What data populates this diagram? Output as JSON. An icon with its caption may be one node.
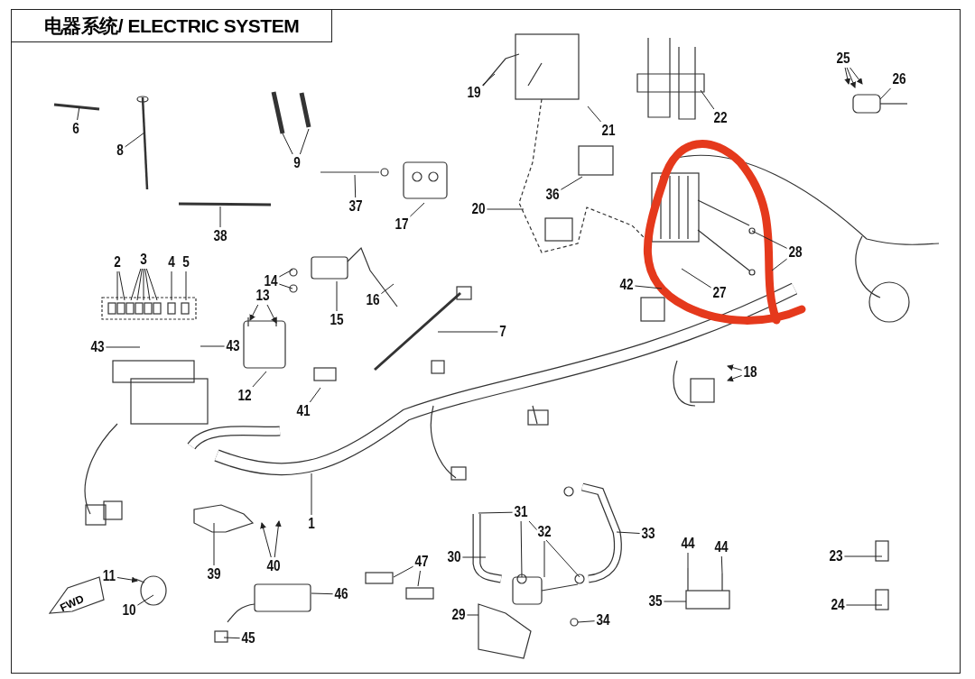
{
  "diagram": {
    "title": "电器系统/ ELECTRIC SYSTEM",
    "nodes": [
      {
        "text": [
          "6"
        ]
      },
      {
        "text": [
          "8"
        ]
      },
      {
        "text": [
          "9"
        ]
      },
      {
        "text": [
          "19"
        ]
      },
      {
        "text": [
          "21"
        ]
      },
      {
        "text": [
          "22"
        ]
      },
      {
        "text": [
          "25"
        ]
      },
      {
        "text": [
          "26"
        ]
      },
      {
        "text": [
          "37"
        ]
      },
      {
        "text": [
          "17"
        ]
      },
      {
        "text": [
          "20"
        ]
      },
      {
        "text": [
          "36"
        ]
      },
      {
        "text": [
          "38"
        ]
      },
      {
        "text": [
          "28"
        ]
      },
      {
        "text": [
          "2"
        ]
      },
      {
        "text": [
          "3"
        ]
      },
      {
        "text": [
          "4"
        ]
      },
      {
        "text": [
          "5"
        ]
      },
      {
        "text": [
          "13"
        ]
      },
      {
        "text": [
          "14"
        ]
      },
      {
        "text": [
          "15"
        ]
      },
      {
        "text": [
          "16"
        ]
      },
      {
        "text": [
          "27"
        ]
      },
      {
        "text": [
          "42"
        ]
      },
      {
        "text": [
          "7"
        ]
      },
      {
        "text": [
          "43"
        ]
      },
      {
        "text": [
          "43"
        ]
      },
      {
        "text": [
          "12"
        ]
      },
      {
        "text": [
          "41"
        ]
      },
      {
        "text": [
          "18"
        ]
      },
      {
        "text": [
          "1"
        ]
      },
      {
        "text": [
          "31"
        ]
      },
      {
        "text": [
          "32"
        ]
      },
      {
        "text": [
          "33"
        ]
      },
      {
        "text": [
          "30"
        ]
      },
      {
        "text": [
          "23"
        ]
      },
      {
        "text": [
          "44"
        ]
      },
      {
        "text": [
          "44"
        ]
      },
      {
        "text": [
          "40"
        ]
      },
      {
        "text": [
          "39"
        ]
      },
      {
        "text": [
          "11"
        ]
      },
      {
        "text": [
          "47"
        ]
      },
      {
        "text": [
          "46"
        ]
      },
      {
        "text": [
          "35"
        ]
      },
      {
        "text": [
          "10"
        ]
      },
      {
        "text": [
          "24"
        ]
      },
      {
        "text": [
          "29"
        ]
      },
      {
        "text": [
          "34"
        ]
      },
      {
        "text": [
          "45"
        ]
      }
    ],
    "edges": [
      {
        "from": 0,
        "to": null,
        "arrow": "none"
      },
      {
        "from": 1,
        "to": null,
        "arrow": "none"
      },
      {
        "from": 2,
        "to": null,
        "arrow": "none"
      },
      {
        "from": 2,
        "to": null,
        "arrow": "none"
      },
      {
        "from": 3,
        "to": null,
        "arrow": "none"
      },
      {
        "from": 4,
        "to": null,
        "arrow": "none"
      },
      {
        "from": 5,
        "to": null,
        "arrow": "none"
      },
      {
        "from": 6,
        "to": null,
        "arrow": "to"
      },
      {
        "from": 6,
        "to": null,
        "arrow": "to"
      },
      {
        "from": 6,
        "to": null,
        "arrow": "to"
      },
      {
        "from": 7,
        "to": null,
        "arrow": "none"
      },
      {
        "from": 8,
        "to": null,
        "arrow": "none"
      },
      {
        "from": 9,
        "to": null,
        "arrow": "none"
      },
      {
        "from": 10,
        "to": null,
        "arrow": "none"
      },
      {
        "from": 11,
        "to": null,
        "arrow": "none"
      },
      {
        "from": 12,
        "to": null,
        "arrow": "none"
      },
      {
        "from": 13,
        "to": null,
        "arrow": "none"
      },
      {
        "from": 13,
        "to": null,
        "arrow": "none"
      },
      {
        "from": 14,
        "to": null,
        "arrow": "none"
      },
      {
        "from": 14,
        "to": null,
        "arrow": "none"
      },
      {
        "from": 15,
        "to": null,
        "arrow": "none"
      },
      {
        "from": 15,
        "to": null,
        "arrow": "none"
      },
      {
        "from": 15,
        "to": null,
        "arrow": "none"
      },
      {
        "from": 15,
        "to": null,
        "arrow": "none"
      },
      {
        "from": 15,
        "to": null,
        "arrow": "none"
      },
      {
        "from": 16,
        "to": null,
        "arrow": "none"
      },
      {
        "from": 17,
        "to": null,
        "arrow": "none"
      },
      {
        "from": 18,
        "to": null,
        "arrow": "to"
      },
      {
        "from": 18,
        "to": null,
        "arrow": "to"
      },
      {
        "from": 19,
        "to": null,
        "arrow": "none"
      },
      {
        "from": 19,
        "to": null,
        "arrow": "none"
      },
      {
        "from": 20,
        "to": null,
        "arrow": "none"
      },
      {
        "from": 21,
        "to": null,
        "arrow": "none"
      },
      {
        "from": 22,
        "to": null,
        "arrow": "none"
      },
      {
        "from": 23,
        "to": null,
        "arrow": "none"
      },
      {
        "from": 24,
        "to": null,
        "arrow": "none"
      },
      {
        "from": 25,
        "to": null,
        "arrow": "none"
      },
      {
        "from": 26,
        "to": null,
        "arrow": "none"
      },
      {
        "from": 27,
        "to": null,
        "arrow": "none"
      },
      {
        "from": 28,
        "to": null,
        "arrow": "none"
      },
      {
        "from": 29,
        "to": null,
        "arrow": "to"
      },
      {
        "from": 29,
        "to": null,
        "arrow": "to"
      },
      {
        "from": 30,
        "to": null,
        "arrow": "none"
      },
      {
        "from": 31,
        "to": null,
        "arrow": "none"
      },
      {
        "from": 31,
        "to": null,
        "arrow": "none"
      },
      {
        "from": 31,
        "to": null,
        "arrow": "none"
      },
      {
        "from": 32,
        "to": null,
        "arrow": "none"
      },
      {
        "from": 33,
        "to": null,
        "arrow": "none"
      },
      {
        "from": 34,
        "to": null,
        "arrow": "none"
      },
      {
        "from": 35,
        "to": null,
        "arrow": "none"
      },
      {
        "from": 36,
        "to": null,
        "arrow": "none"
      },
      {
        "from": 37,
        "to": null,
        "arrow": "none"
      },
      {
        "from": 38,
        "to": null,
        "arrow": "to"
      },
      {
        "from": 38,
        "to": null,
        "arrow": "to"
      },
      {
        "from": 39,
        "to": null,
        "arrow": "none"
      },
      {
        "from": 40,
        "to": null,
        "arrow": "to"
      },
      {
        "from": 41,
        "to": null,
        "arrow": "none"
      },
      {
        "from": 41,
        "to": null,
        "arrow": "none"
      },
      {
        "from": 42,
        "to": null,
        "arrow": "none"
      },
      {
        "from": 43,
        "to": null,
        "arrow": "none"
      },
      {
        "from": 44,
        "to": null,
        "arrow": "none"
      },
      {
        "from": 45,
        "to": null,
        "arrow": "none"
      },
      {
        "from": 46,
        "to": null,
        "arrow": "none"
      },
      {
        "from": 47,
        "to": null,
        "arrow": "none"
      },
      {
        "from": 48,
        "to": null,
        "arrow": "none"
      }
    ],
    "labels": [
      "FWD"
    ]
  }
}
